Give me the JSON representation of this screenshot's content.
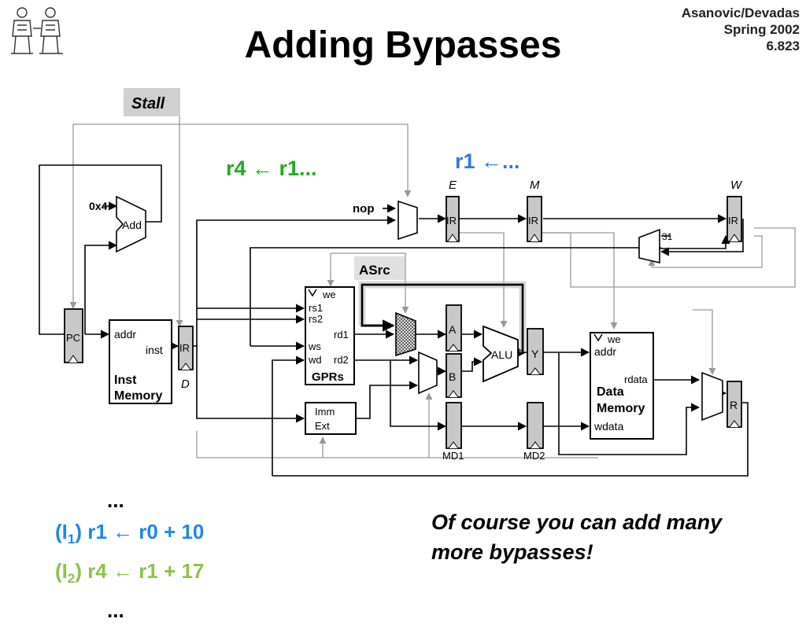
{
  "slide": {
    "title": "Adding Bypasses",
    "credits": [
      "Asanovic/Devadas",
      "Spring 2002",
      "6.823"
    ]
  },
  "diagram": {
    "stall": "Stall",
    "asrc": "ASrc",
    "annot_green": "r4 ← r1...",
    "annot_blue": "r1 ←...",
    "stage_e": "E",
    "stage_m": "M",
    "stage_w": "W",
    "stage_d": "D",
    "nop": "nop",
    "const4": "0x4",
    "add": "Add",
    "pc": "PC",
    "ir": "IR",
    "inst_mem": {
      "addr": "addr",
      "inst": "inst",
      "name1": "Inst",
      "name2": "Memory"
    },
    "gprs": {
      "we": "we",
      "rs1": "rs1",
      "rs2": "rs2",
      "ws": "ws",
      "wd": "wd",
      "rd1": "rd1",
      "rd2": "rd2",
      "name": "GPRs"
    },
    "imm": {
      "line1": "Imm",
      "line2": "Ext"
    },
    "reg_a": "A",
    "reg_b": "B",
    "alu": "ALU",
    "reg_y": "Y",
    "md1": "MD1",
    "md2": "MD2",
    "const31": "31",
    "data_mem": {
      "we": "we",
      "addr": "addr",
      "rdata": "rdata",
      "name1": "Data",
      "name2": "Memory",
      "wdata": "wdata"
    },
    "reg_r": "R"
  },
  "code": {
    "dots": "...",
    "i1_label": "(I",
    "i1_sub": "1",
    "i1_rest": ") r1 ← r0 + 10",
    "i2_label": "(I",
    "i2_sub": "2",
    "i2_rest": ") r4 ← r1 + 17",
    "dots_end": "..."
  },
  "note": [
    "Of course you can add many",
    "more bypasses!"
  ],
  "colors": {
    "green": "#22aa22",
    "blue": "#3377dd",
    "code_blue": "#1e88e5",
    "code_green": "#8bc34a"
  }
}
